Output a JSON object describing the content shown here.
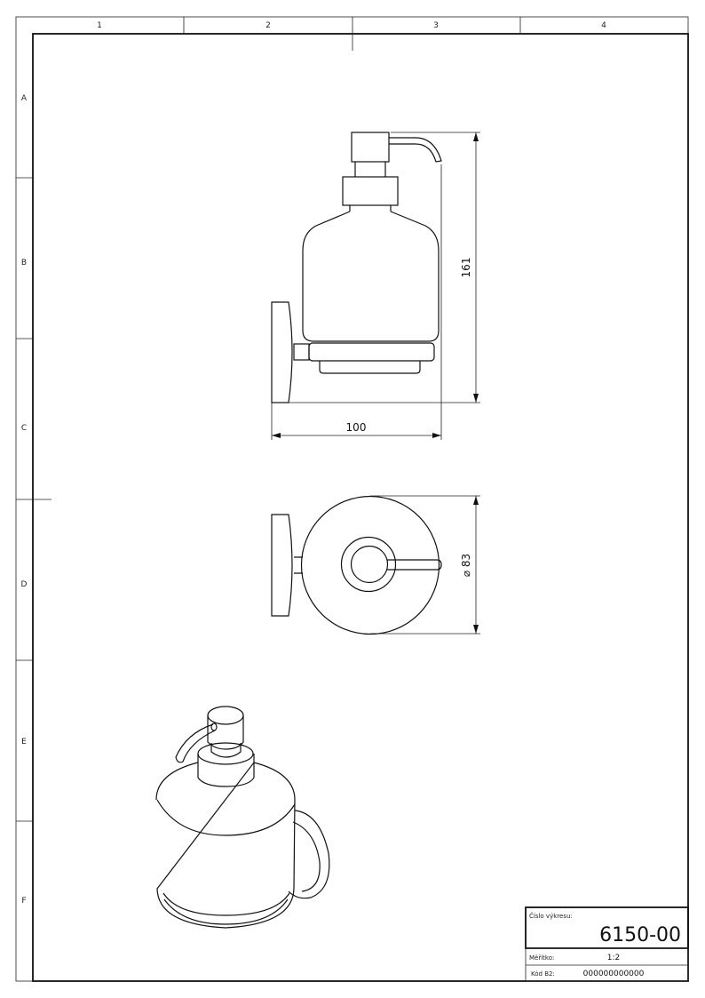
{
  "sheet": {
    "columns": [
      "1",
      "2",
      "3",
      "4"
    ],
    "rows": [
      "A",
      "B",
      "C",
      "D",
      "E",
      "F"
    ]
  },
  "dimensions": {
    "height": "161",
    "width": "100",
    "diameter": "⌀ 83"
  },
  "title_block": {
    "drawing_number_label": "Číslo výkresu:",
    "drawing_number": "6150-00",
    "scale_label": "Měřítko:",
    "scale": "1:2",
    "code_label": "Kód B2:",
    "code": "000000000000"
  }
}
